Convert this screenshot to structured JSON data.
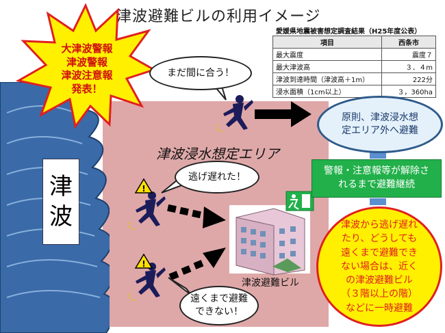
{
  "title": "津波避難ビルの利用イメージ",
  "warning_burst": {
    "lines": [
      "大津波警報",
      "津波警報",
      "津波注意報",
      "発表！"
    ]
  },
  "tsunami_label": [
    "津",
    "波"
  ],
  "survey": {
    "caption": "愛媛県地震被害想定調査結果（H25年度公表）",
    "headers": [
      "項目",
      "西条市"
    ],
    "rows": [
      [
        "最大震度",
        "震度７"
      ],
      [
        "最大津波高",
        "３．４m"
      ],
      [
        "津波到達時間（津波高＋1m）",
        "222分"
      ],
      [
        "浸水面積（1cm以上）",
        "３，360ha"
      ]
    ]
  },
  "zone_label": "津波浸水想定エリア",
  "bubbles": {
    "still_time": "まだ間に合う！",
    "too_late": "逃げ遅れた！",
    "cannot_far": [
      "遠くまで避難",
      "できない！"
    ]
  },
  "principle": [
    "原則、津波浸水想",
    "定エリア外へ避難"
  ],
  "continue": [
    "警報・注意報等が解除さ",
    "れるまで避難継続"
  ],
  "advice": [
    "津波から逃げ遅れ",
    "たり、どうしても",
    "遠くまで避難でき",
    "ない場合は、近く",
    "の津波避難ビル",
    "（３階以上の階）",
    "などに一時避難"
  ],
  "building_label": "津波避難ビル",
  "colors": {
    "zone": "#dfa8a8",
    "wave": "#3a6aa8",
    "runner": "#1c1c5a",
    "arrow_blue": "#5b8fd0",
    "green": "#22b04a",
    "yellow": "#fff000",
    "red": "#e02020"
  }
}
